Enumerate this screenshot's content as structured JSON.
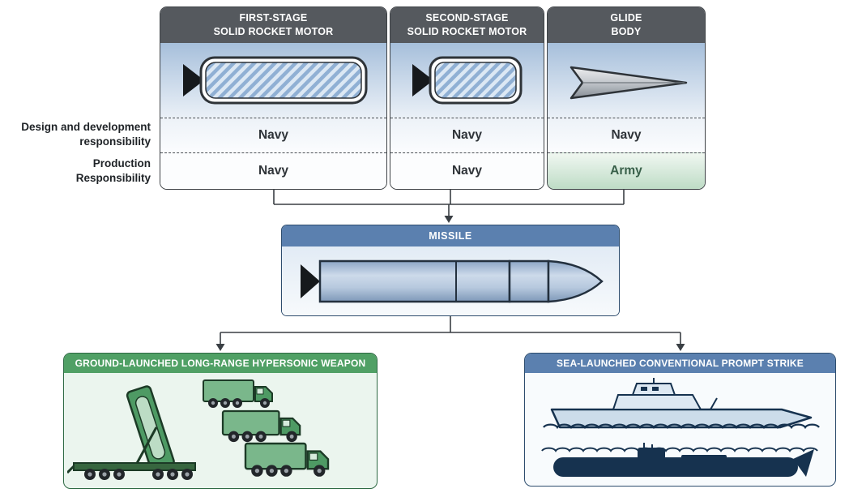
{
  "table": {
    "row_labels": {
      "design": "Design and development\nresponsibility",
      "production": "Production\nResponsibility"
    },
    "columns": [
      {
        "header": "FIRST-STAGE\nSOLID ROCKET MOTOR",
        "design": "Navy",
        "production": "Navy"
      },
      {
        "header": "SECOND-STAGE\nSOLID ROCKET MOTOR",
        "design": "Navy",
        "production": "Navy"
      },
      {
        "header": "GLIDE\nBODY",
        "design": "Navy",
        "production": "Army"
      }
    ]
  },
  "missile": {
    "title": "MISSILE"
  },
  "programs": {
    "ground": {
      "title": "GROUND-LAUNCHED LONG-RANGE HYPERSONIC WEAPON"
    },
    "sea": {
      "title": "SEA-LAUNCHED CONVENTIONAL PROMPT STRIKE"
    }
  },
  "colors": {
    "header_dark": "#55595e",
    "blue_accent": "#5b80af",
    "green_accent": "#50a065",
    "army_text": "#39604a",
    "connector": "#3a3f44"
  }
}
